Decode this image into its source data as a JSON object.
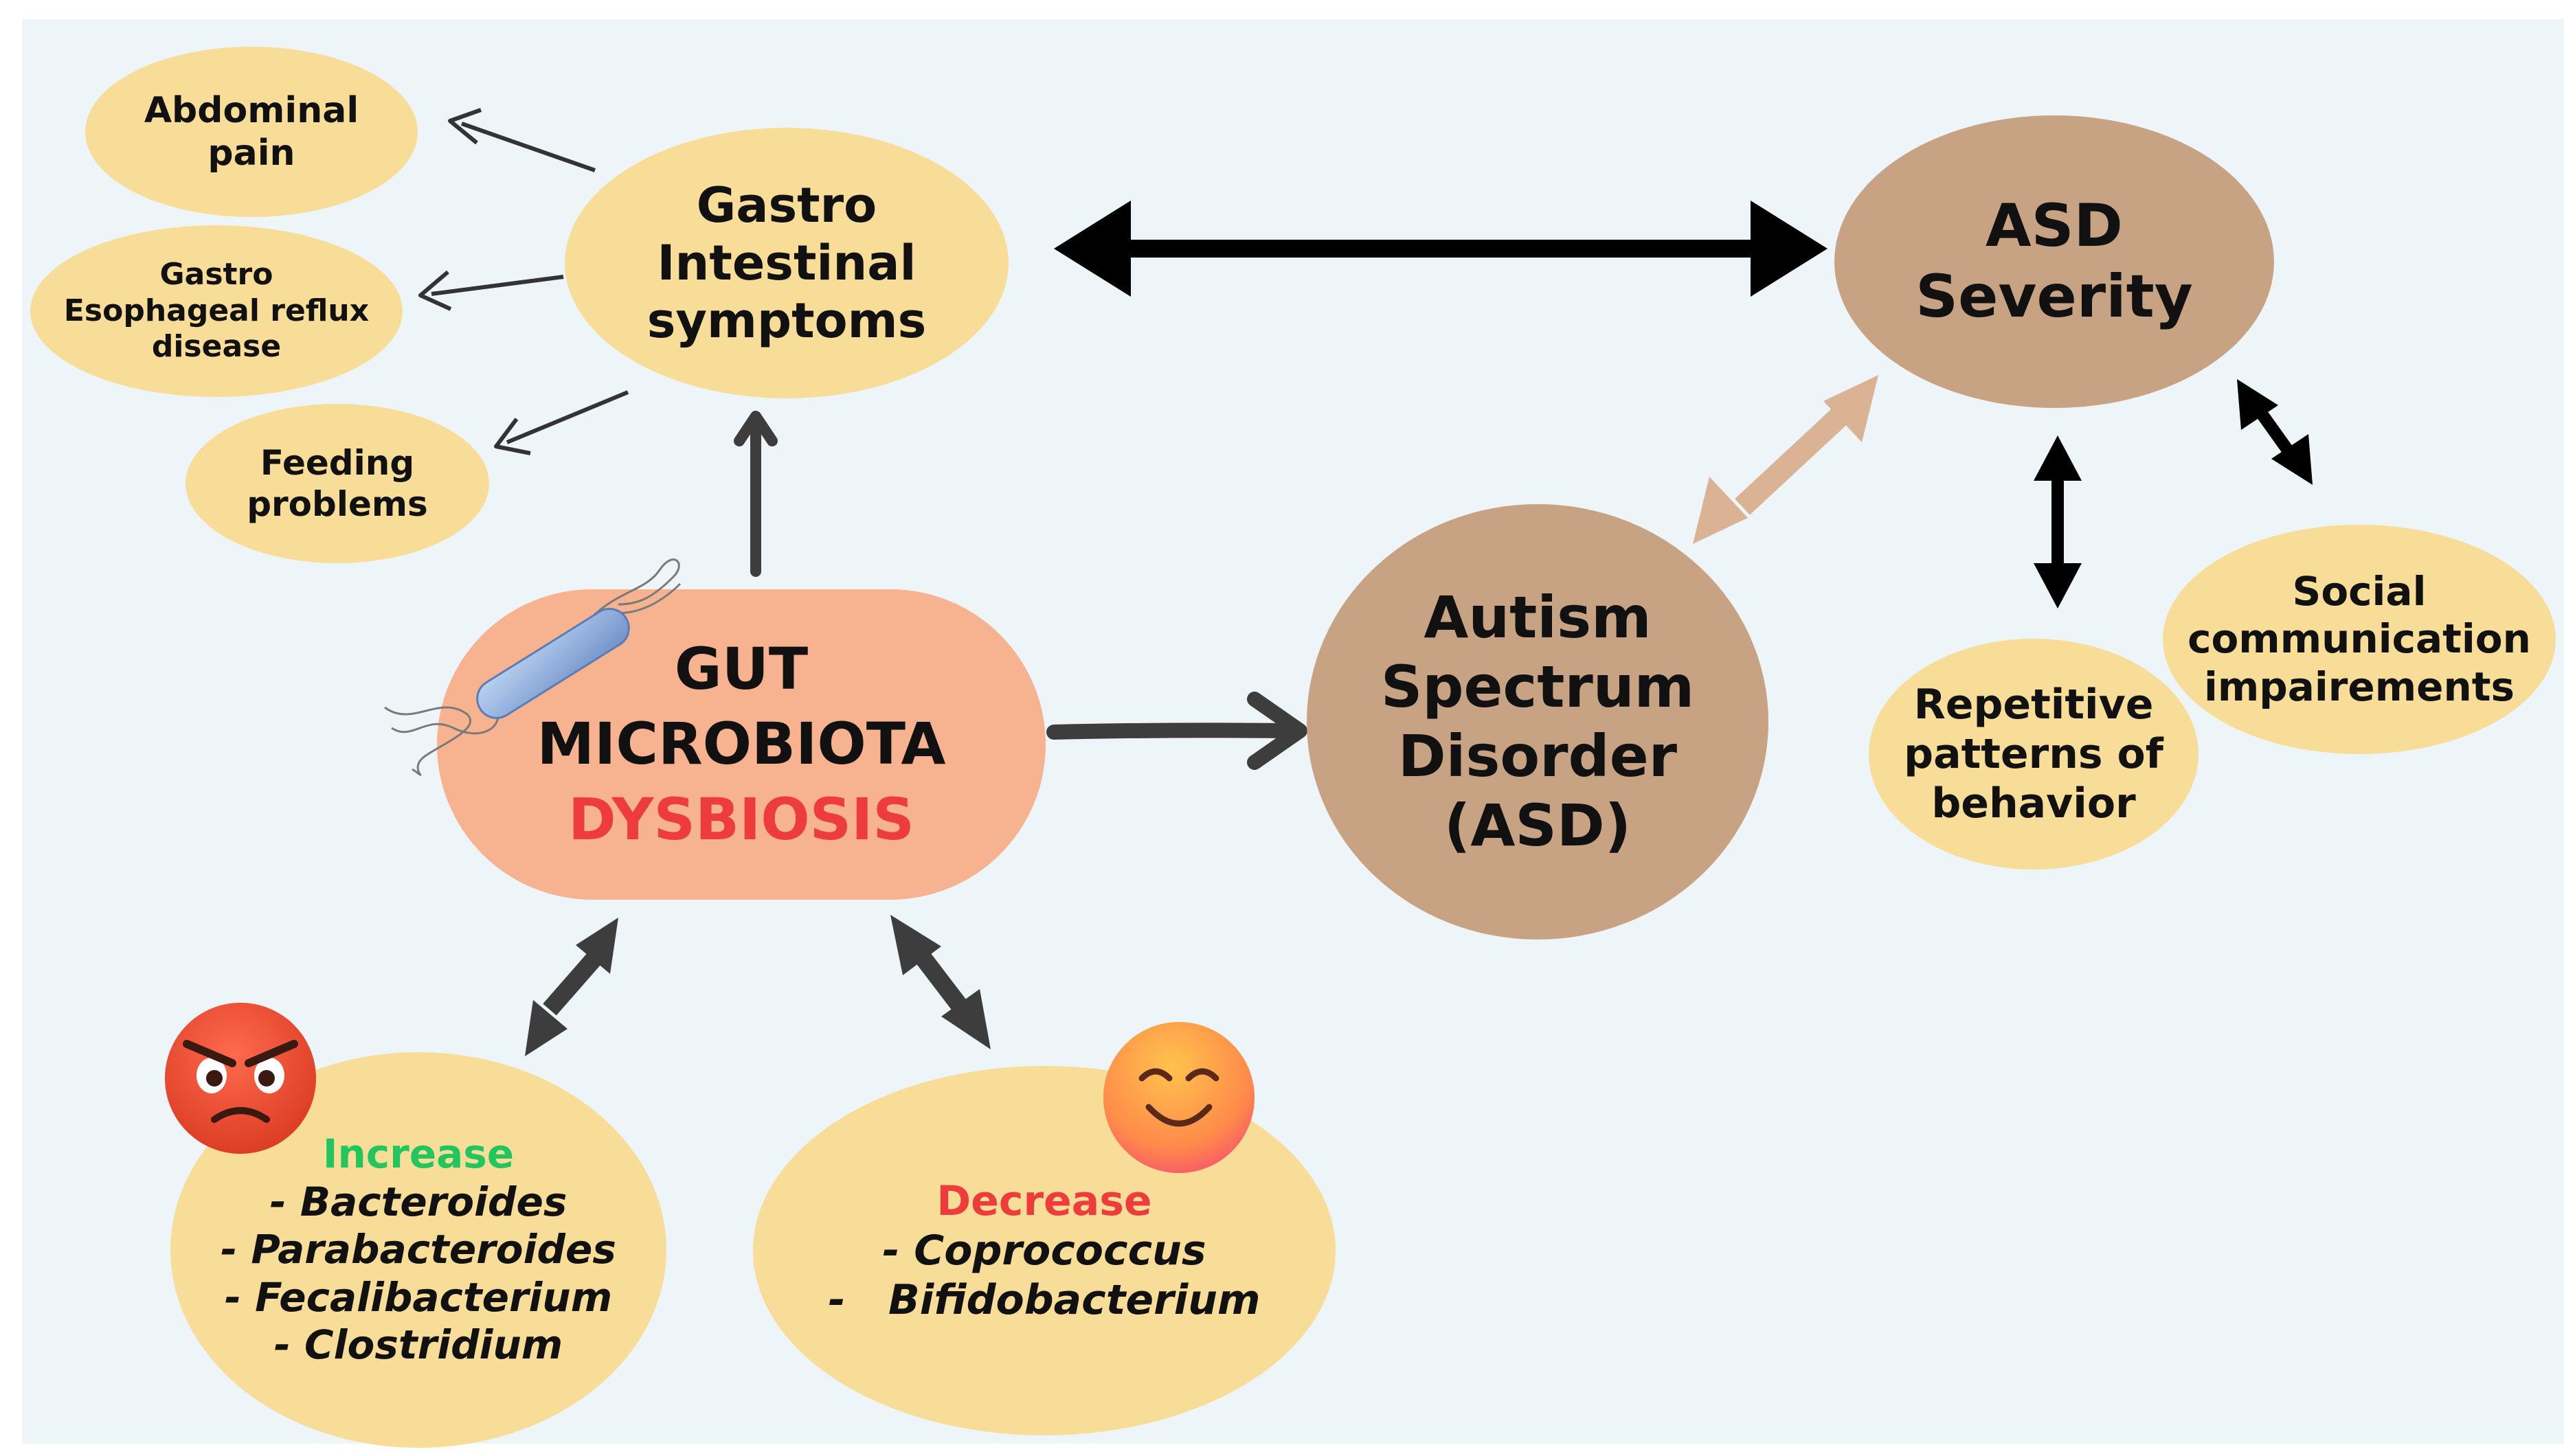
{
  "nodes": {
    "abdominal_pain": {
      "lines": [
        "Abdominal",
        "pain"
      ]
    },
    "gerd": {
      "lines": [
        "Gastro",
        "Esophageal reflux",
        "disease"
      ]
    },
    "feeding": {
      "lines": [
        "Feeding",
        "problems"
      ]
    },
    "gi_symptoms": {
      "lines": [
        "Gastro",
        "Intestinal",
        "symptoms"
      ]
    },
    "asd_severity": {
      "lines": [
        "ASD",
        "Severity"
      ]
    },
    "gut": {
      "line1": "GUT",
      "line2": "MICROBIOTA",
      "line3": "DYSBIOSIS"
    },
    "asd": {
      "lines": [
        "Autism",
        "Spectrum",
        "Disorder",
        "(ASD)"
      ]
    },
    "repetitive": {
      "lines": [
        "Repetitive",
        "patterns of",
        "behavior"
      ]
    },
    "social": {
      "lines": [
        "Social",
        "communication",
        "impairements"
      ]
    },
    "increase": {
      "heading": "Increase",
      "items": [
        "- Bacteroides",
        "- Parabacteroides",
        "- Fecalibacterium",
        "- Clostridium"
      ]
    },
    "decrease": {
      "heading": "Decrease",
      "items": [
        "- Coprococcus",
        "-   Bifidobacterium"
      ]
    }
  },
  "colors": {
    "panel_bg": "#eef5f8",
    "yellow": "#f7dd98",
    "brown": "#c8a383",
    "gut": "#f7b28f",
    "green": "#22c55e",
    "red": "#ee3b3b",
    "arrow_dark": "#3d3d3d",
    "arrow_black": "#000000",
    "arrow_tan": "#d9b394"
  },
  "icons": {
    "bacterium": "bacterium-icon",
    "angry": "angry-face-icon",
    "smile": "smiling-face-icon"
  }
}
